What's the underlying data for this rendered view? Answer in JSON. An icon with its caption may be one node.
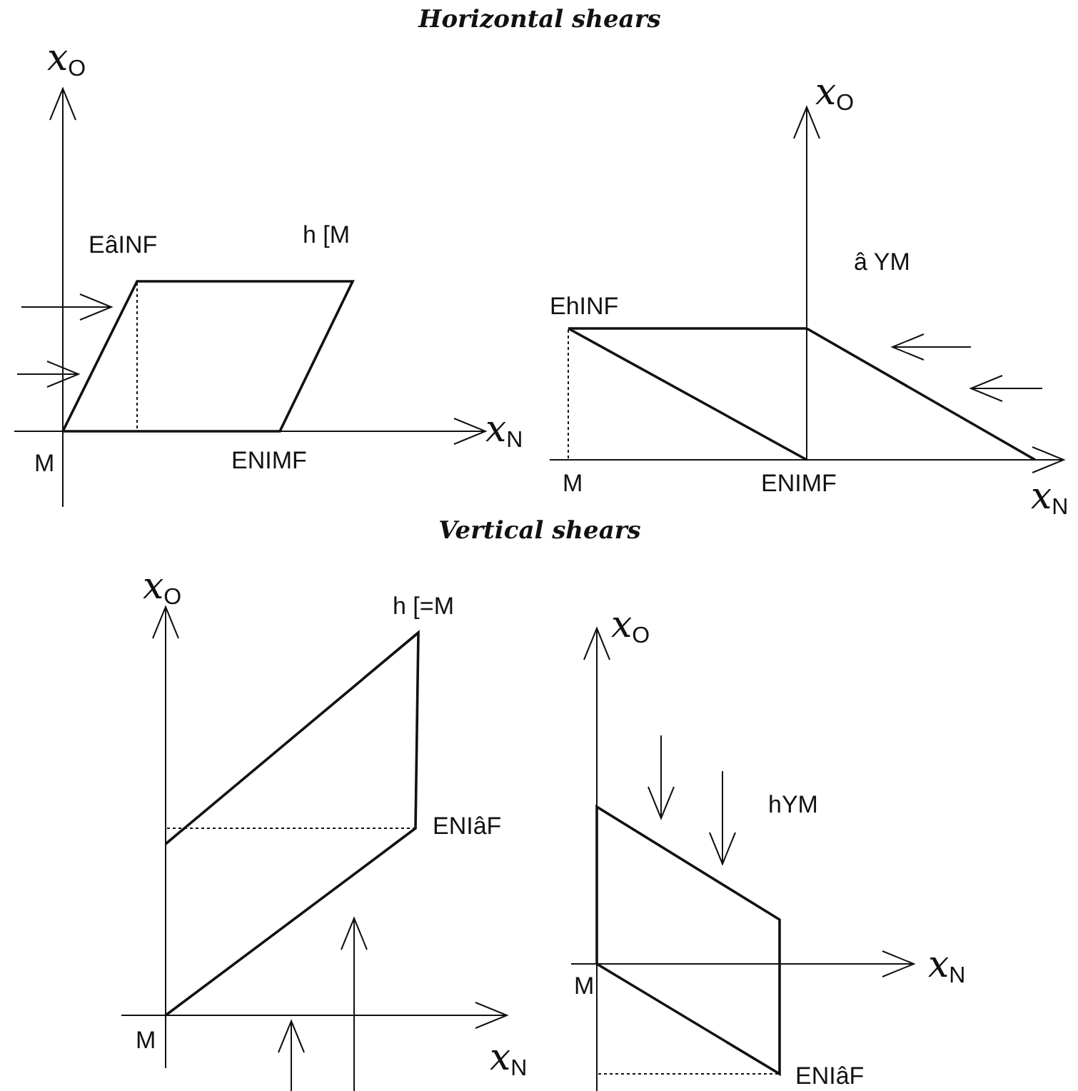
{
  "diagram": {
    "labels": [
      "Horizontal shears",
      "*x*$_{O}$",
      "EâINF",
      "h [M",
      "*x*$_{N}$",
      "M",
      "ENIMF",
      "*x*$_{O}$",
      "â YM",
      "EhINF",
      "M",
      "ENIMF",
      "*x*$_{N}$",
      "Vertical shears",
      "*x*$_{O}$",
      "h [=M",
      "ENIâF",
      "M",
      "*x*$_{N}$",
      "*x*$_{O}$",
      "hYM",
      "M",
      "*x*$_{N}$",
      "ENIâF"
    ]
  }
}
